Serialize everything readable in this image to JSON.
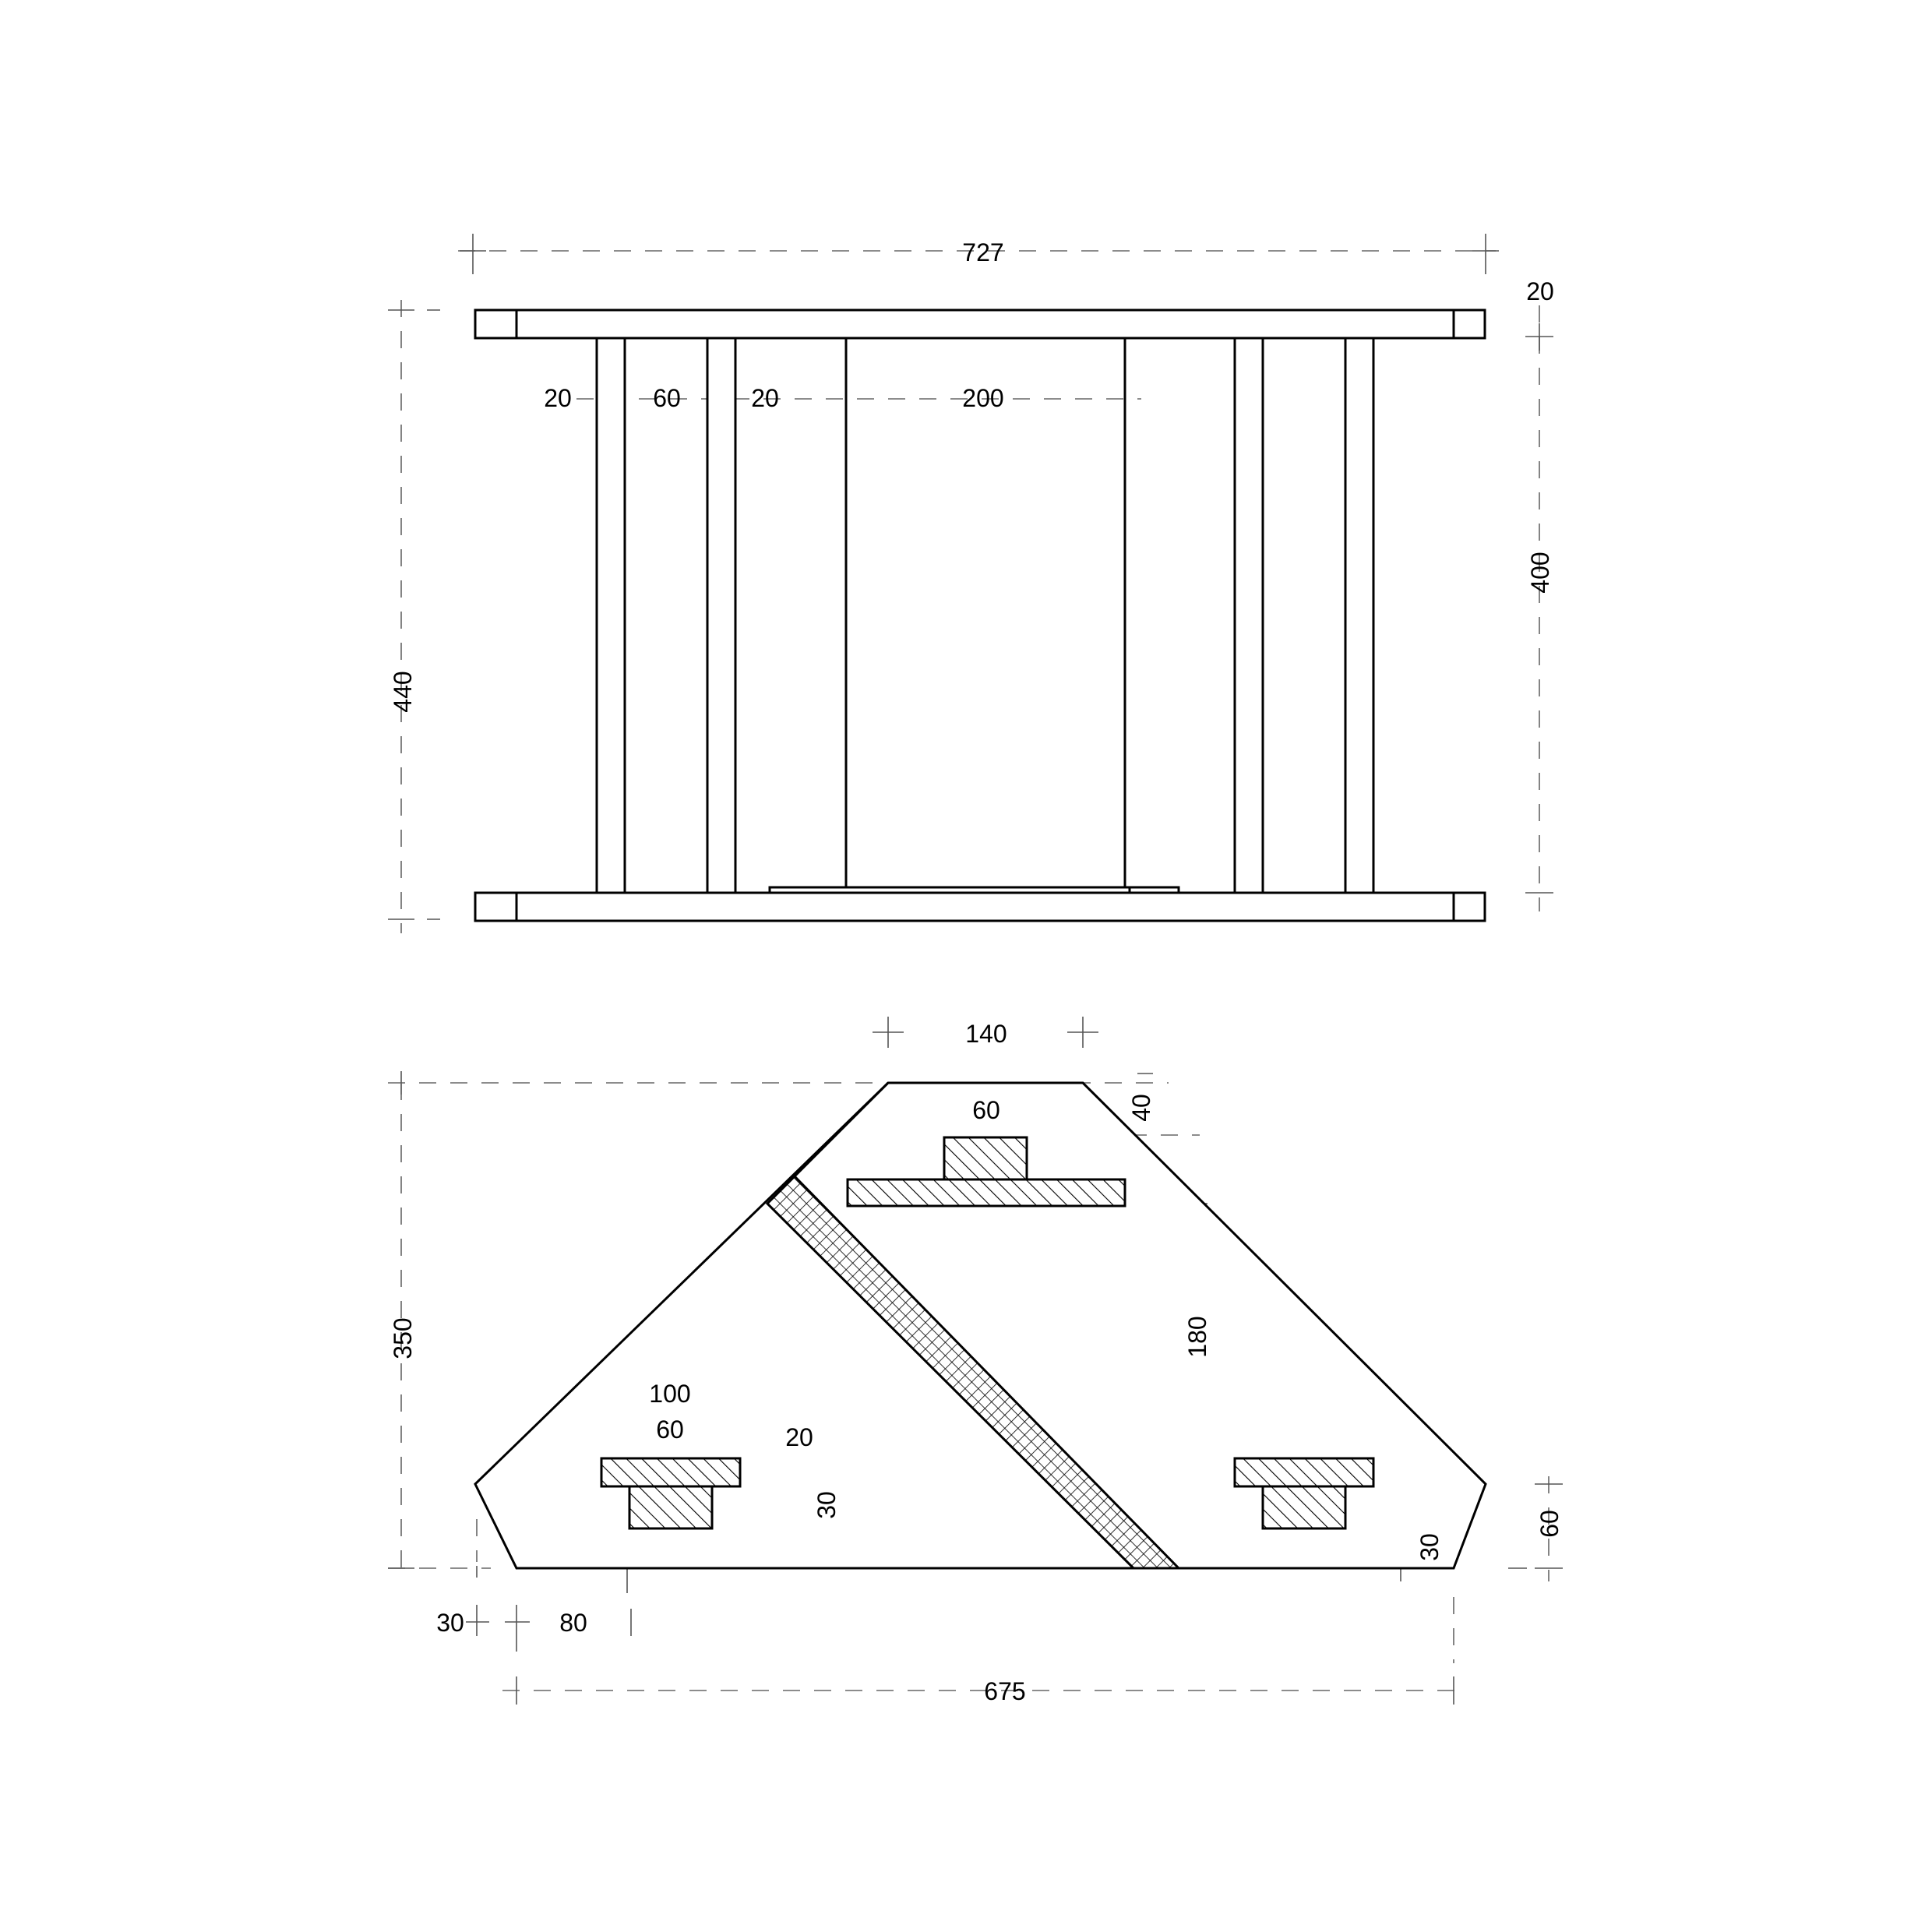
{
  "elevation": {
    "overall_width": "727",
    "overall_height": "440",
    "inner_height": "400",
    "top_thickness": "20",
    "leg_thickness_left": "20",
    "leg_gap": "60",
    "leg_thickness_right": "20",
    "center_opening": "200"
  },
  "plan": {
    "top_width": "140",
    "cleat_width_top": "60",
    "top_offset": "40",
    "overall_depth": "350",
    "diagonal_span": "180",
    "cleat_outer_width": "100",
    "cleat_inner_width": "60",
    "cleat_flange": "20",
    "cleat_height": "30",
    "right_edge_height": "60",
    "right_cleat_offset": "30",
    "corner_chamfer": "30",
    "cleat_setback": "80",
    "overall_width": "675"
  }
}
